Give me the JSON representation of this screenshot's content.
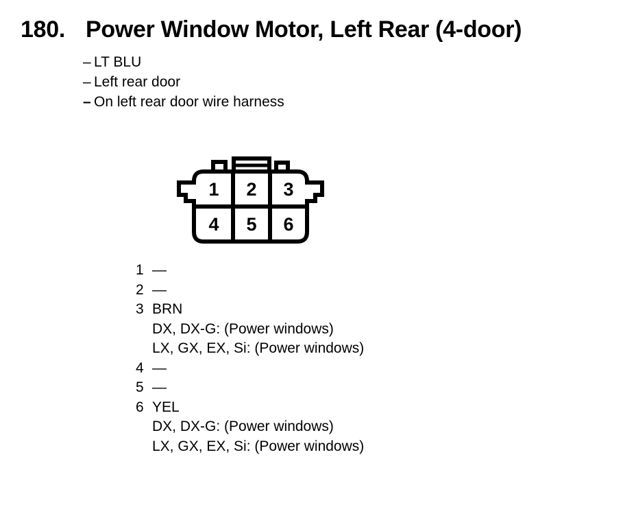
{
  "colors": {
    "paper": "#ffffff",
    "ink": "#000000"
  },
  "title": {
    "number": "180.",
    "text": "Power Window Motor, Left Rear (4-door)"
  },
  "details": [
    {
      "dash": "–",
      "text": "LT BLU"
    },
    {
      "dash": "–",
      "text": "Left rear door"
    },
    {
      "dash": "–",
      "text": "On left rear door wire harness"
    }
  ],
  "connector": {
    "description": "6-cavity connector, harness side view, 2 rows of 3 cavities with side locking ears and top tabs",
    "cells": [
      "1",
      "2",
      "3",
      "4",
      "5",
      "6"
    ]
  },
  "pins": [
    {
      "num": "1",
      "wire": "—",
      "notes": []
    },
    {
      "num": "2",
      "wire": "—",
      "notes": []
    },
    {
      "num": "3",
      "wire": "BRN",
      "notes": [
        "DX, DX-G: (Power windows)",
        "LX, GX, EX, Si: (Power windows)"
      ]
    },
    {
      "num": "4",
      "wire": "—",
      "notes": []
    },
    {
      "num": "5",
      "wire": "—",
      "notes": []
    },
    {
      "num": "6",
      "wire": "YEL",
      "notes": [
        "DX, DX-G: (Power windows)",
        "LX, GX, EX, Si: (Power windows)"
      ]
    }
  ]
}
